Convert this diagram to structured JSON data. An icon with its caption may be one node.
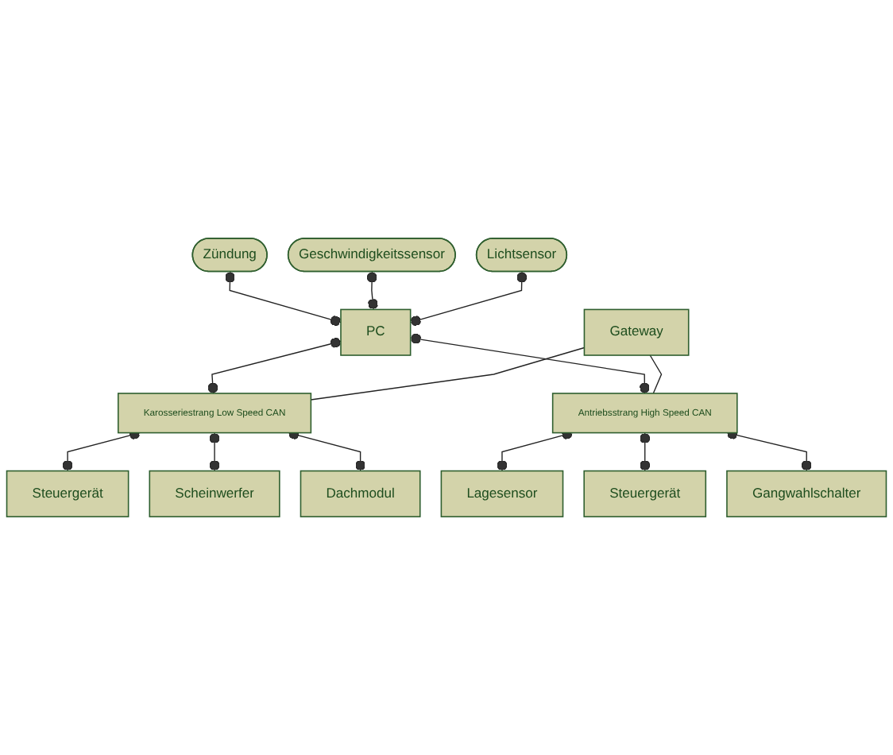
{
  "diagram": {
    "nodes": [
      {
        "text": [
          "Geschwindigkeitssensor"
        ]
      },
      {
        "text": [
          "Zündung"
        ]
      },
      {
        "text": [
          "Lichtsensor"
        ]
      },
      {
        "text": [
          "PC"
        ]
      },
      {
        "text": [
          "Gateway"
        ]
      },
      {
        "text": [
          "Steuergerät"
        ]
      },
      {
        "text": [
          "Lagesensor"
        ]
      },
      {
        "text": [
          "Scheinwerfer"
        ]
      },
      {
        "text": [
          "Steuergerät"
        ]
      },
      {
        "text": [
          "Dachmodul"
        ]
      },
      {
        "text": [
          "Gangwahlschalter"
        ]
      },
      {
        "text": [
          "Karosseriestrang Low Speed CAN"
        ]
      },
      {
        "text": [
          "Antriebsstrang High Speed CAN"
        ]
      }
    ],
    "edges": [
      {
        "from": 1,
        "to": 3,
        "arrow": "other"
      },
      {
        "from": 0,
        "to": 3,
        "arrow": "other"
      },
      {
        "from": 2,
        "to": 3,
        "arrow": "other"
      },
      {
        "from": 3,
        "to": 11,
        "arrow": "other"
      },
      {
        "from": 3,
        "to": 12,
        "arrow": "other"
      },
      {
        "from": 4,
        "to": 11,
        "arrow": "none"
      },
      {
        "from": 4,
        "to": 12,
        "arrow": "none"
      },
      {
        "from": 11,
        "to": 5,
        "arrow": "other"
      },
      {
        "from": 11,
        "to": 7,
        "arrow": "other"
      },
      {
        "from": 11,
        "to": 9,
        "arrow": "other"
      },
      {
        "from": 12,
        "to": 6,
        "arrow": "other"
      },
      {
        "from": 12,
        "to": 8,
        "arrow": "other"
      },
      {
        "from": 12,
        "to": 10,
        "arrow": "other"
      }
    ]
  }
}
